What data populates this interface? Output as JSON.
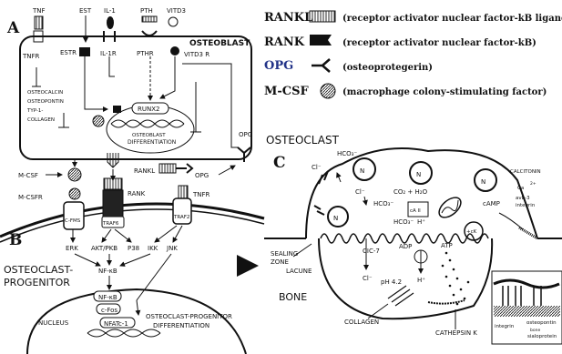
{
  "panels": {
    "a": "A",
    "b": "B",
    "c": "C"
  },
  "osteoblast": {
    "title": "OSTEOBLAST",
    "ligands": [
      "TNF",
      "EST",
      "IL-1",
      "PTH",
      "VITD3"
    ],
    "receptors": {
      "tnfr": "TNFR",
      "estr": "ESTR",
      "il1r": "IL-1R",
      "pthr": "PTHR",
      "vitd3r": "VITD3 R"
    },
    "genes": [
      "OSTEOCALCIN",
      "OSTEOPONTIN",
      "TYP-1-",
      "COLLAGEN"
    ],
    "runx2": "RUNX2",
    "differentiation": [
      "OSTEOBLAST",
      "DIFFERENTIATION"
    ],
    "opg": "OPG"
  },
  "signaling": {
    "mcsf": "M-CSF",
    "mcsfr": "M-CSFR",
    "rankl": "RANKL",
    "opg": "OPG",
    "rank": "RANK",
    "tnfr": "TNFR",
    "cfms": "C-FMS",
    "traf6": "TRAF6",
    "traf2": "TRAF2",
    "erk": "ERK",
    "akt": "AKT/PKB",
    "p38": "P38",
    "ikk": "IKK",
    "jnk": "JNK",
    "nfkb": "NF-κB",
    "progenitor": [
      "OSTEOCLAST-",
      "PROGENITOR"
    ],
    "nucleus": "NUCLEUS",
    "nuc_nfkb": "NF-κB",
    "cfos": "c-Fos",
    "nfatc1": "NFATc-1",
    "diff": [
      "OSTEOCLAST-PROGENITOR",
      "DIFFERENTIATION"
    ]
  },
  "legend": [
    {
      "key": "RANKL",
      "desc": "(receptor activator nuclear factor-kB ligand)"
    },
    {
      "key": "RANK",
      "desc": "(receptor activator nuclear factor-kB)"
    },
    {
      "key": "OPG",
      "desc": "(osteoprotegerin)"
    },
    {
      "key": "M-CSF",
      "desc": "(macrophage colony-stimulating factor)"
    }
  ],
  "osteoclast": {
    "title": "OSTEOCLAST",
    "nucleus_label": "N",
    "cl": "Cl⁻",
    "hco3": "HCO₃⁻",
    "co2": "CO₂ + H₂O",
    "ca2": "cA II",
    "h": "H⁺",
    "clc7": "CIC-7",
    "adp": "ADP",
    "atp": "ATP",
    "camp": "cAMP",
    "calcitonin": "CALCITONIN",
    "ca": "Ca",
    "ca_sup": "2+",
    "integrin_label": "avb-3",
    "integrin": "integrin",
    "ck": "+cK",
    "sealing": [
      "SEALING",
      "ZONE"
    ],
    "lacune": "LACUNE",
    "ph": "pH 4.2",
    "bone": "BONE",
    "collagen": "COLLAGEN",
    "cathepsin": "CATHEPSIN K",
    "inset_integrin": "integrin",
    "inset_osteo": "osteopontin",
    "inset_bone": "bone",
    "inset_sialo": "sialoprotein"
  }
}
